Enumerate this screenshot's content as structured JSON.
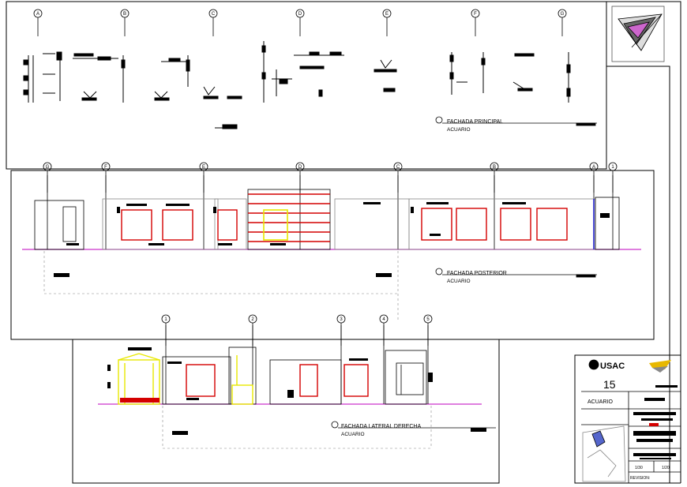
{
  "colors": {
    "line": "#000000",
    "red": "#d40000",
    "magenta": "#cc33cc",
    "yellow": "#e8e800",
    "blue": "#2222cc",
    "gray": "#888888"
  },
  "top": {
    "axes": [
      "A",
      "B",
      "C",
      "D",
      "E",
      "F",
      "G"
    ],
    "title": "FACHADA PRINCIPAL",
    "subtitle": "ACUARIO"
  },
  "middle": {
    "axes": [
      "G",
      "F",
      "E",
      "D",
      "C",
      "B",
      "A",
      "1"
    ],
    "title": "FACHADA POSTERIOR",
    "subtitle": "ACUARIO"
  },
  "bottom": {
    "axes": [
      "1",
      "2",
      "3",
      "4",
      "5"
    ],
    "title": "FACHADA LATERAL DERECHA",
    "subtitle": "ACUARIO"
  },
  "titleblock": {
    "university": "USAC",
    "number": "15",
    "project": "ACUARIO",
    "scale_a": "1/30",
    "scale_b": "1/20",
    "revision": "REVISION:"
  },
  "logo": {
    "name": "triangle-logo-icon"
  }
}
